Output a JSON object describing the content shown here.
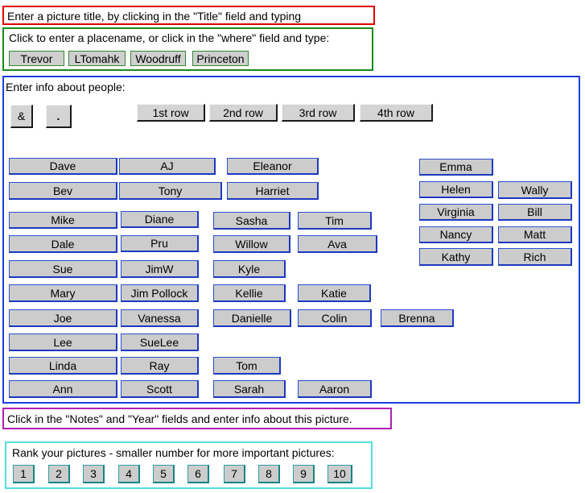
{
  "colors": {
    "title_border": "#e00000",
    "place_border": "#1a8a1a",
    "people_border": "#1a3fe0",
    "notes_border": "#b020b0",
    "rank_border": "#50e0e0"
  },
  "title_box": {
    "text": "Enter a picture title, by clicking in the \"Title\" field and typing"
  },
  "place_box": {
    "text": "Click to enter a placename, or click in the \"where\" field and type:",
    "places": [
      "Trevor",
      "LTomahk",
      "Woodruff",
      "Princeton"
    ]
  },
  "people_box": {
    "text": "Enter info about people:",
    "ampersand": "&",
    "period": ".",
    "rows": [
      "1st row",
      "2nd row",
      "3rd row",
      "4th row"
    ],
    "people": [
      "Dave",
      "AJ",
      "Eleanor",
      "Emma",
      "Bev",
      "Tony",
      "Harriet",
      "Helen",
      "Wally",
      "Mike",
      "Diane",
      "Sasha",
      "Tim",
      "Virginia",
      "Bill",
      "Dale",
      "Pru",
      "Willow",
      "Ava",
      "Nancy",
      "Matt",
      "Kathy",
      "Rich",
      "Sue",
      "JimW",
      "Kyle",
      "Mary",
      "Jim Pollock",
      "Kellie",
      "Katie",
      "Joe",
      "Vanessa",
      "Danielle",
      "Colin",
      "Brenna",
      "Lee",
      "SueLee",
      "Linda",
      "Ray",
      "Tom",
      "Ann",
      "Scott",
      "Sarah",
      "Aaron"
    ]
  },
  "notes_box": {
    "text": "Click in the \"Notes\" and \"Year\" fields and enter info about this picture."
  },
  "rank_box": {
    "text": "Rank your pictures - smaller number for more important pictures:",
    "ranks": [
      "1",
      "2",
      "3",
      "4",
      "5",
      "6",
      "7",
      "8",
      "9",
      "10"
    ]
  }
}
